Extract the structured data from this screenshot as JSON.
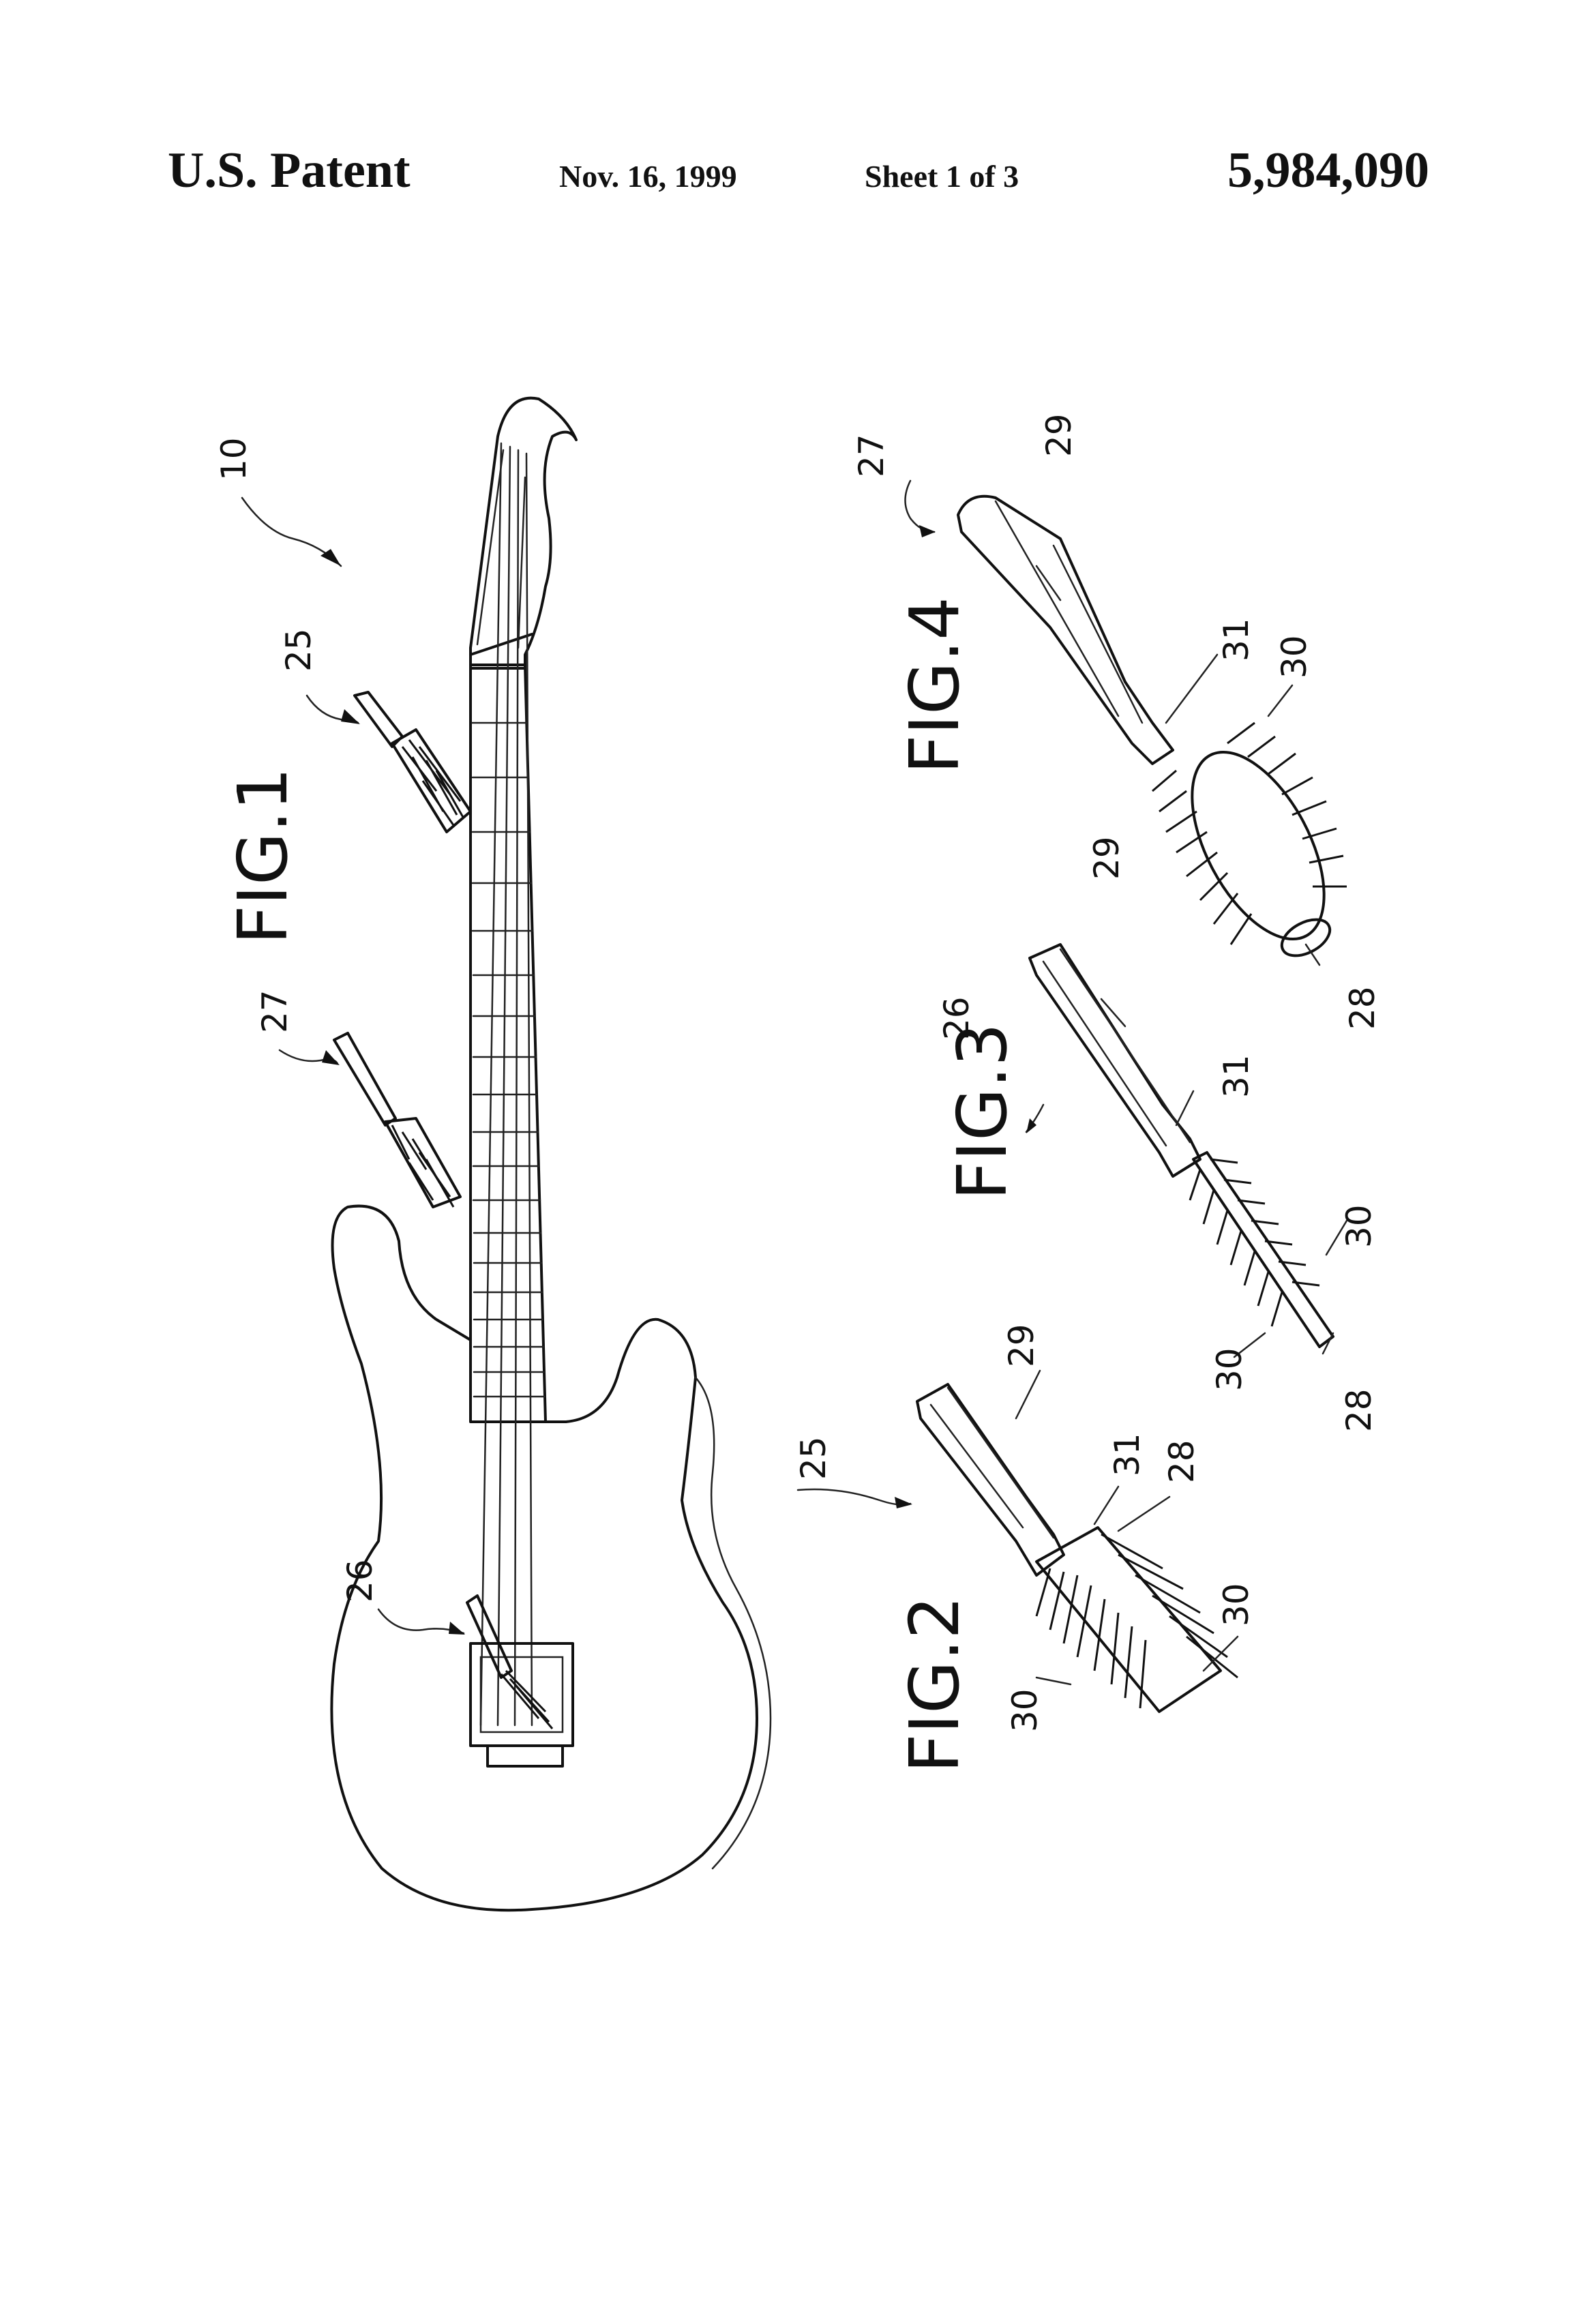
{
  "header": {
    "patent_label": "U.S. Patent",
    "date": "Nov. 16, 1999",
    "sheet": "Sheet 1 of 3",
    "patent_number": "5,984,090"
  },
  "figures": [
    {
      "id": "fig1",
      "label": "FIG.1"
    },
    {
      "id": "fig2",
      "label": "FIG.2"
    },
    {
      "id": "fig3",
      "label": "FIG.3"
    },
    {
      "id": "fig4",
      "label": "FIG.4"
    }
  ],
  "reference_numerals": {
    "guitar": "10",
    "brush_a": "25",
    "brush_b": "26",
    "brush_c": "27",
    "core": "28",
    "handle": "29",
    "bristles": "30",
    "neck": "31"
  }
}
